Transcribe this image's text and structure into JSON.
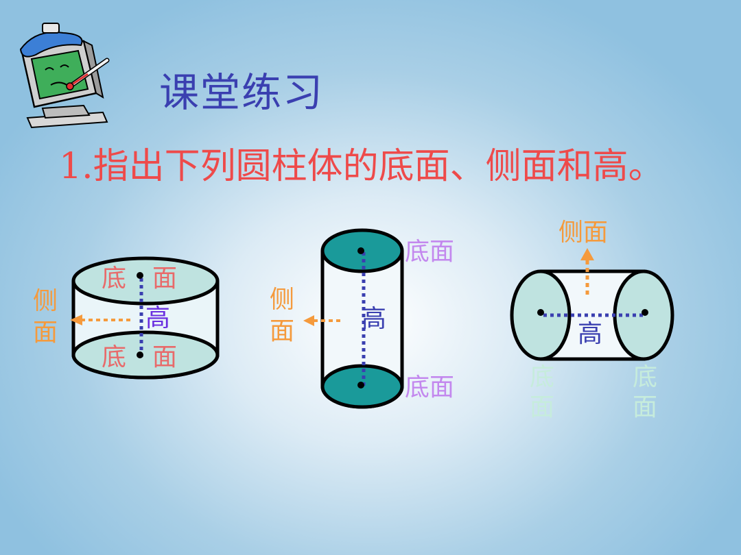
{
  "title": "课堂练习",
  "question": "1.指出下列圆柱体的底面、侧面和高。",
  "colors": {
    "title": "#3a3fb0",
    "question": "#ee4a4a",
    "light_face": "#bfe3e0",
    "teal_face": "#1a9a9a",
    "dotted_line": "#3a3fb0",
    "arrow": "#f59a3c"
  },
  "icon": "sick-computer-with-thermometer-icon",
  "cylinder1": {
    "top_label_1": "底",
    "top_label_2": "面",
    "bottom_label_1": "底",
    "bottom_label_2": "面",
    "side_label_1": "侧",
    "side_label_2": "面",
    "height_label": "高"
  },
  "cylinder2": {
    "top_label": "底面",
    "bottom_label": "底面",
    "side_label_1": "侧",
    "side_label_2": "面",
    "height_label": "高"
  },
  "cylinder3": {
    "side_label": "侧面",
    "height_label": "高",
    "left_label_1": "底",
    "left_label_2": "面",
    "right_label_1": "底",
    "right_label_2": "面"
  }
}
